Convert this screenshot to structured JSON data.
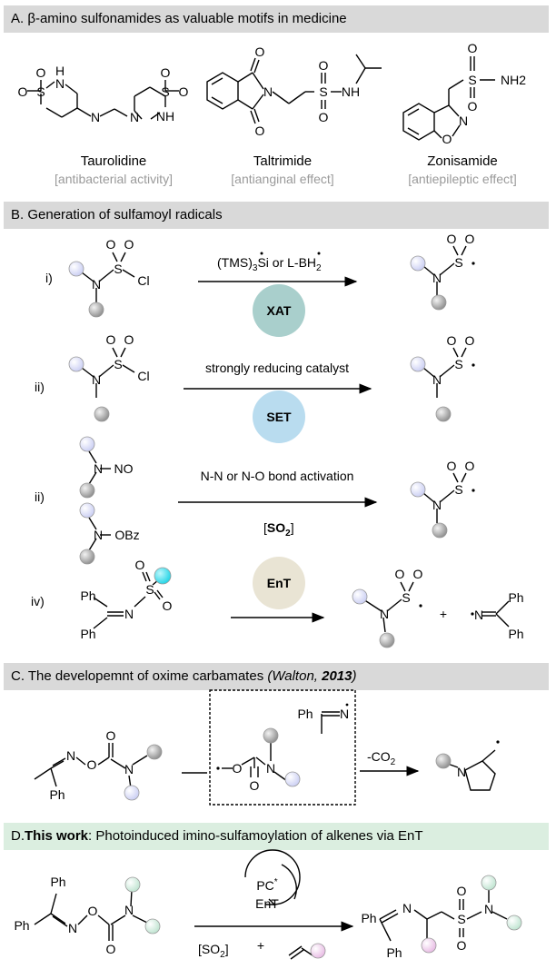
{
  "sections": {
    "a": {
      "header": "A. β-amino sulfonamides as valuable motifs in medicine",
      "drugs": [
        {
          "name": "Taurolidine",
          "activity": "[antibacterial activity]"
        },
        {
          "name": "Taltrimide",
          "activity": "[antianginal effect]"
        },
        {
          "name": "Zonisamide",
          "activity": "[antiepileptic effect]"
        }
      ]
    },
    "b": {
      "header": "B. Generation of sulfamoyl radicals",
      "rows": [
        {
          "label": "i)",
          "condition": "(TMS)3Si or L-BH2",
          "badge": "XAT"
        },
        {
          "label": "ii)",
          "condition": "strongly reducing catalyst",
          "badge": "SET"
        },
        {
          "label": "ii)",
          "condition": "N-N or N-O bond activation",
          "reagent": "[SO2]"
        },
        {
          "label": "iv)",
          "badge": "EnT",
          "plus": "+"
        }
      ]
    },
    "c": {
      "header_prefix": "C. The developemnt of oxime carbamates ",
      "header_cite_author": "(Walton, ",
      "header_cite_year": "2013",
      "header_cite_close": ")",
      "condition": "-CO2"
    },
    "d": {
      "header_prefix": "D.",
      "header_bold": "This work",
      "header_rest": ": Photoinduced imino-sulfamoylation of alkenes via EnT",
      "catalyst": "PC*",
      "catalyst_mode": "EnT",
      "reagent": "[SO2]",
      "plus": "+"
    }
  },
  "chem": {
    "O": "O",
    "S": "S",
    "N": "N",
    "H": "H",
    "NH": "NH",
    "NH2": "NH2",
    "Cl": "Cl",
    "NO": "NO",
    "OBz": "OBz",
    "Ph": "Ph",
    "PC": "PC",
    "star": "*",
    "TMS": "(TMS)",
    "sub3": "3",
    "Si_or": "Si or L-",
    "BH": "BH",
    "sub2": "2",
    "SO": "SO",
    "CO": "CO"
  },
  "colors": {
    "header_bg": "#d9d9d9",
    "header_green": "#dbeee0",
    "xat_badge": "#a9cfcc",
    "set_badge": "#b9dcef",
    "ent_badge": "#e9e4d4",
    "note_gray": "#9a9a9a",
    "ball_lavender": "#e3e6fb",
    "ball_gray": "#a9a9a9",
    "ball_cyan": "#3fe3f2",
    "ball_green": "#d4efe0",
    "ball_pink": "#f1d3ee"
  }
}
